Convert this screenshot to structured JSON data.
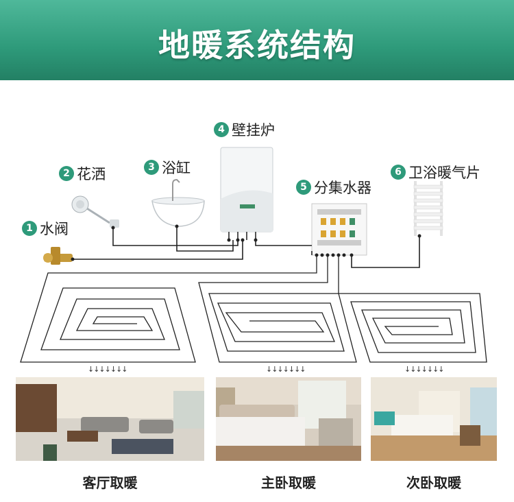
{
  "header": {
    "title": "地暖系统结构"
  },
  "components": [
    {
      "num": "1",
      "label": "水阀"
    },
    {
      "num": "2",
      "label": "花洒"
    },
    {
      "num": "3",
      "label": "浴缸"
    },
    {
      "num": "4",
      "label": "壁挂炉"
    },
    {
      "num": "5",
      "label": "分集水器"
    },
    {
      "num": "6",
      "label": "卫浴暖气片"
    }
  ],
  "rooms": [
    {
      "caption": "客厅取暖",
      "arrows": "↓↓↓↓↓↓↓"
    },
    {
      "caption": "主卧取暖",
      "arrows": "↓↓↓↓↓↓↓"
    },
    {
      "caption": "次卧取暖",
      "arrows": "↓↓↓↓↓↓↓"
    }
  ],
  "colors": {
    "accent": "#2e9a7a",
    "pipe": "#222222"
  },
  "icons": [
    "water-valve-icon",
    "shower-head-icon",
    "bathtub-icon",
    "wall-boiler-icon",
    "manifold-icon",
    "towel-radiator-icon"
  ]
}
